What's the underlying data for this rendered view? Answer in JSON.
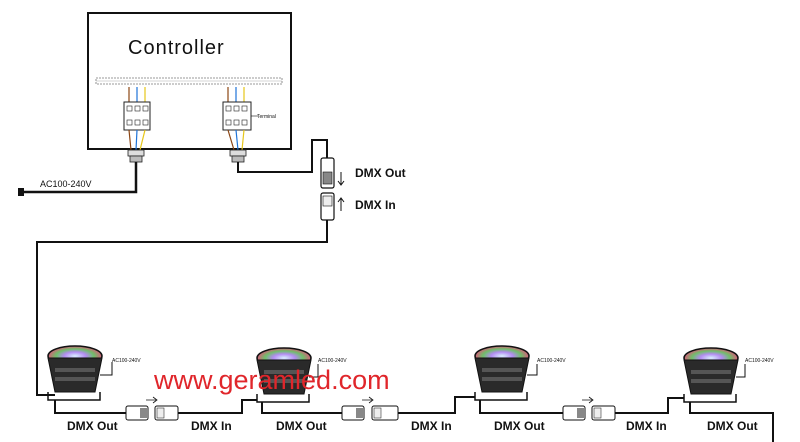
{
  "controller": {
    "title": "Controller",
    "terminal_label": "Terminal",
    "power_label": "AC100-240V"
  },
  "dmx_link": {
    "out_label": "DMX Out",
    "in_label": "DMX In"
  },
  "fixtures": [
    {
      "power_label": "AC100-240V"
    },
    {
      "power_label": "AC100-240V"
    },
    {
      "power_label": "AC100-240V"
    },
    {
      "power_label": "AC100-240V"
    }
  ],
  "chain_labels": [
    "DMX Out",
    "DMX In",
    "DMX Out",
    "DMX In",
    "DMX Out",
    "DMX In",
    "DMX Out"
  ],
  "watermark": "www.geramled.com",
  "colors": {
    "wire_brown": "#8b4513",
    "wire_blue": "#1e73d8",
    "wire_yellow": "#e6c619",
    "watermark": "#e0262b"
  }
}
